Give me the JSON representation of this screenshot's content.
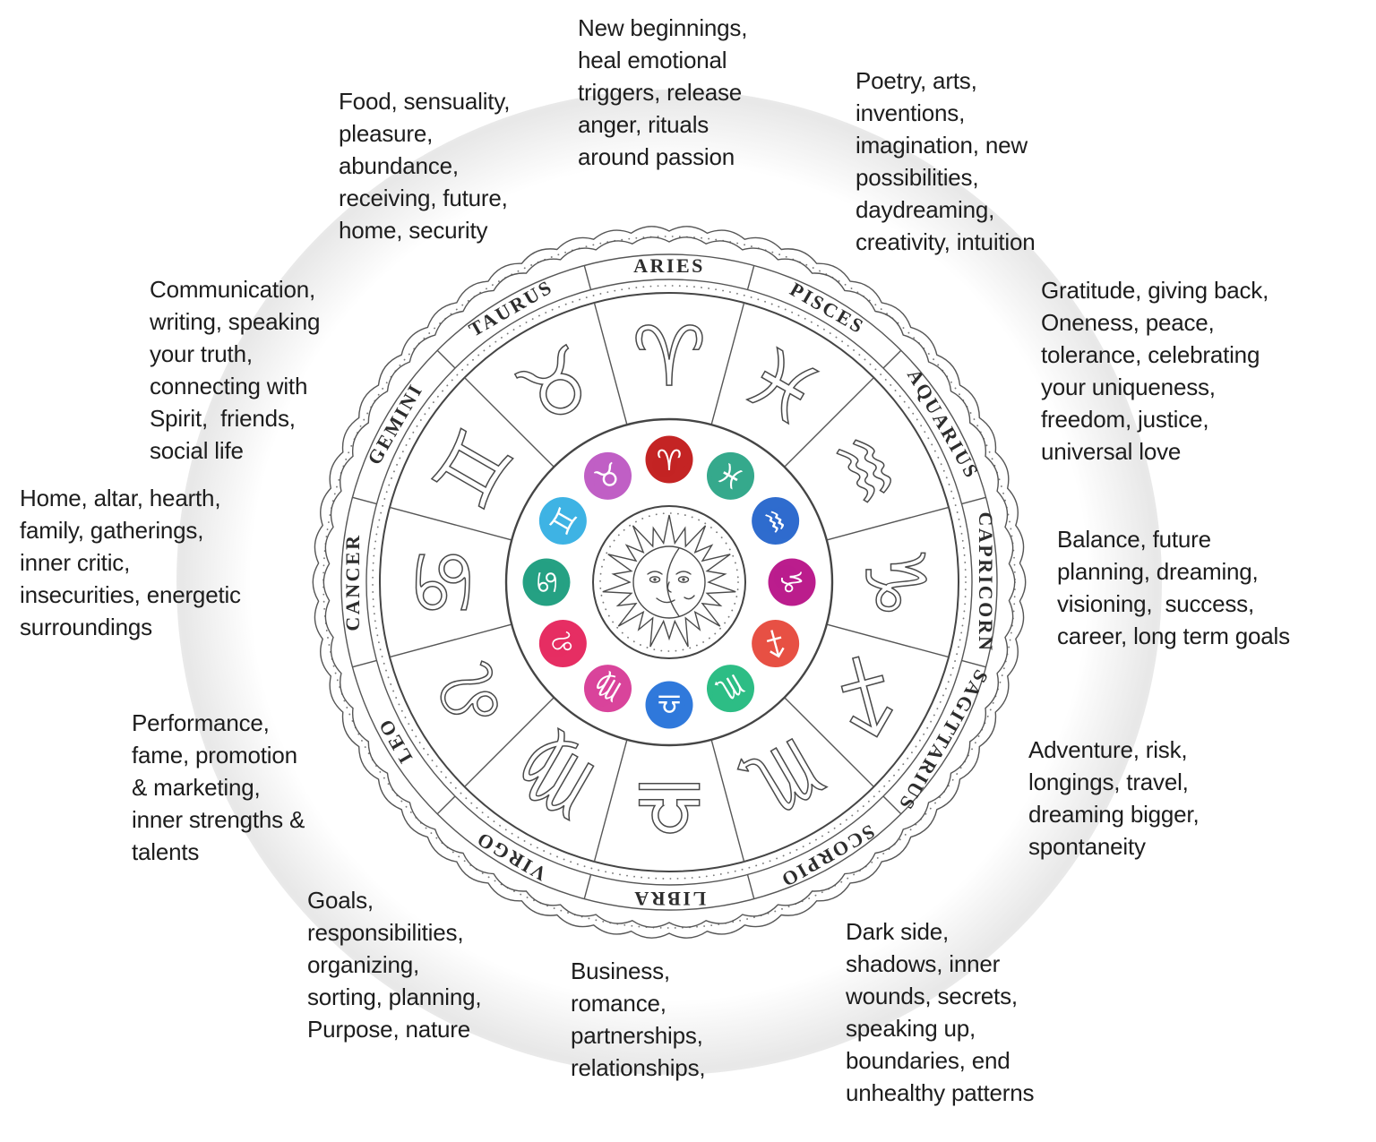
{
  "page": {
    "background": "#ffffff"
  },
  "wheel": {
    "center_icon": "sun-moon-face",
    "signs": [
      {
        "name": "ARIES",
        "glyph": "♈",
        "angle": 0,
        "dot_color": "#c42424",
        "house_label": "New beginnings,\nheal emotional\ntriggers, release\nanger, rituals\naround passion"
      },
      {
        "name": "TAURUS",
        "glyph": "♉",
        "angle": 330,
        "dot_color": "#c05fc5",
        "house_label": "Food, sensuality,\npleasure,\nabundance,\nreceiving, future,\nhome, security"
      },
      {
        "name": "GEMINI",
        "glyph": "♊",
        "angle": 300,
        "dot_color": "#3eb3e4",
        "house_label": "Communication,\nwriting, speaking\nyour truth,\nconnecting with\nSpirit,  friends,\nsocial life"
      },
      {
        "name": "CANCER",
        "glyph": "♋",
        "angle": 270,
        "dot_color": "#25a183",
        "house_label": "Home, altar, hearth,\nfamily, gatherings,\ninner critic,\ninsecurities, energetic\nsurroundings"
      },
      {
        "name": "LEO",
        "glyph": "♌",
        "angle": 240,
        "dot_color": "#e62e63",
        "house_label": "Performance,\nfame, promotion\n& marketing,\ninner strengths &\ntalents"
      },
      {
        "name": "VIRGO",
        "glyph": "♍",
        "angle": 210,
        "dot_color": "#d9449b",
        "house_label": "Goals,\nresponsibilities,\norganizing,\nsorting, planning,\nPurpose, nature"
      },
      {
        "name": "LIBRA",
        "glyph": "♎",
        "angle": 180,
        "dot_color": "#3079db",
        "house_label": "Business,\nromance,\npartnerships,\nrelationships,"
      },
      {
        "name": "SCORPIO",
        "glyph": "♏",
        "angle": 150,
        "dot_color": "#2dbd85",
        "house_label": "Dark side,\nshadows, inner\nwounds, secrets,\nspeaking up,\nboundaries, end\nunhealthy patterns"
      },
      {
        "name": "SAGITTARIUS",
        "glyph": "♐",
        "angle": 120,
        "dot_color": "#e75044",
        "house_label": "Adventure, risk,\nlongings, travel,\ndreaming bigger,\nspontaneity"
      },
      {
        "name": "CAPRICORN",
        "glyph": "♑",
        "angle": 90,
        "dot_color": "#bb1d8d",
        "house_label": "Balance, future\nplanning, dreaming,\nvisioning,  success,\ncareer, long term goals"
      },
      {
        "name": "AQUARIUS",
        "glyph": "♒",
        "angle": 60,
        "dot_color": "#2f6cce",
        "house_label": "Gratitude, giving back,\nOneness, peace,\ntolerance, celebrating\nyour uniqueness,\nfreedom, justice,\nuniversal love"
      },
      {
        "name": "PISCES",
        "glyph": "♓",
        "angle": 30,
        "dot_color": "#35a98c",
        "house_label": "Poetry, arts,\ninventions,\nimagination, new\npossibilities,\ndaydreaming,\ncreativity, intuition"
      }
    ]
  }
}
